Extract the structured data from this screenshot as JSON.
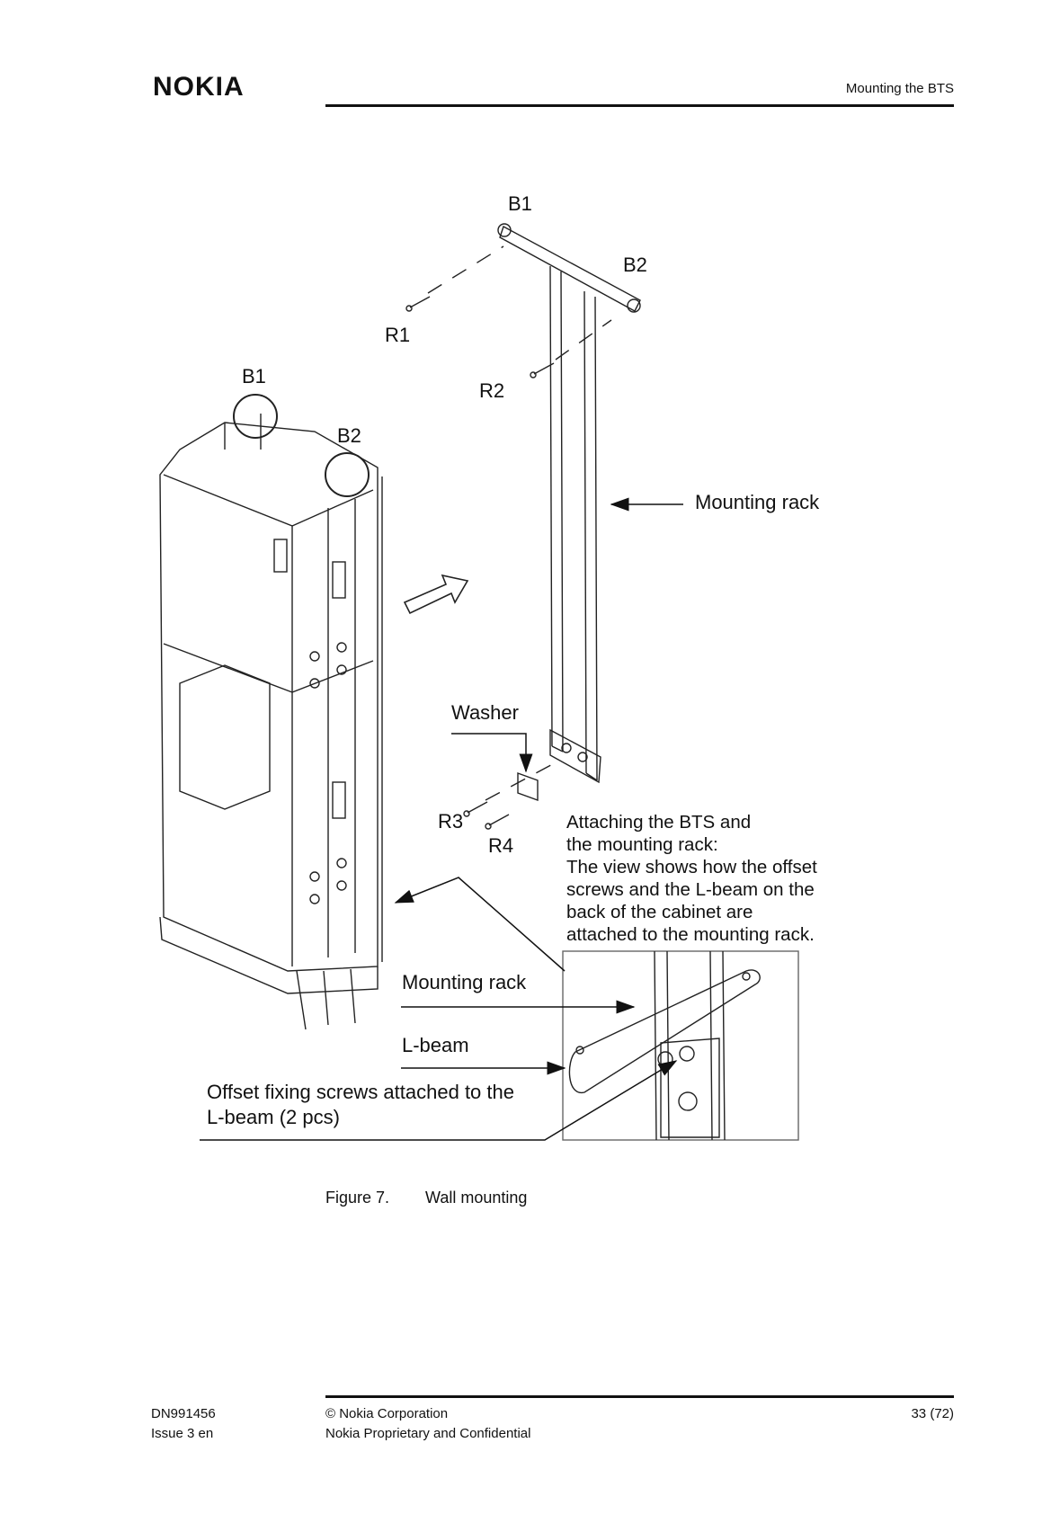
{
  "header": {
    "logo_text": "NOKIA",
    "section_title": "Mounting the BTS"
  },
  "figure": {
    "labels": {
      "b1_top": "B1",
      "b2_top": "B2",
      "r1": "R1",
      "r2": "R2",
      "b1_cabinet": "B1",
      "b2_cabinet": "B2",
      "mounting_rack_top": "Mounting rack",
      "washer": "Washer",
      "r3": "R3",
      "r4": "R4",
      "mounting_rack_bottom": "Mounting rack",
      "l_beam": "L-beam",
      "offset_screws_line1": "Offset fixing screws attached to the",
      "offset_screws_line2": "L-beam (2 pcs)"
    },
    "description_lines": [
      "Attaching the BTS   and",
      "the mounting rack:",
      "The view shows how the offset",
      "screws and the L-beam on the",
      "back of the cabinet are",
      "attached to the mounting rack."
    ]
  },
  "caption": {
    "number": "Figure 7.",
    "title": "Wall mounting"
  },
  "footer": {
    "doc_id": "DN991456",
    "issue": "Issue 3 en",
    "copyright": "© Nokia Corporation",
    "confidentiality": "Nokia Proprietary and Confidential",
    "page": "33 (72)"
  }
}
